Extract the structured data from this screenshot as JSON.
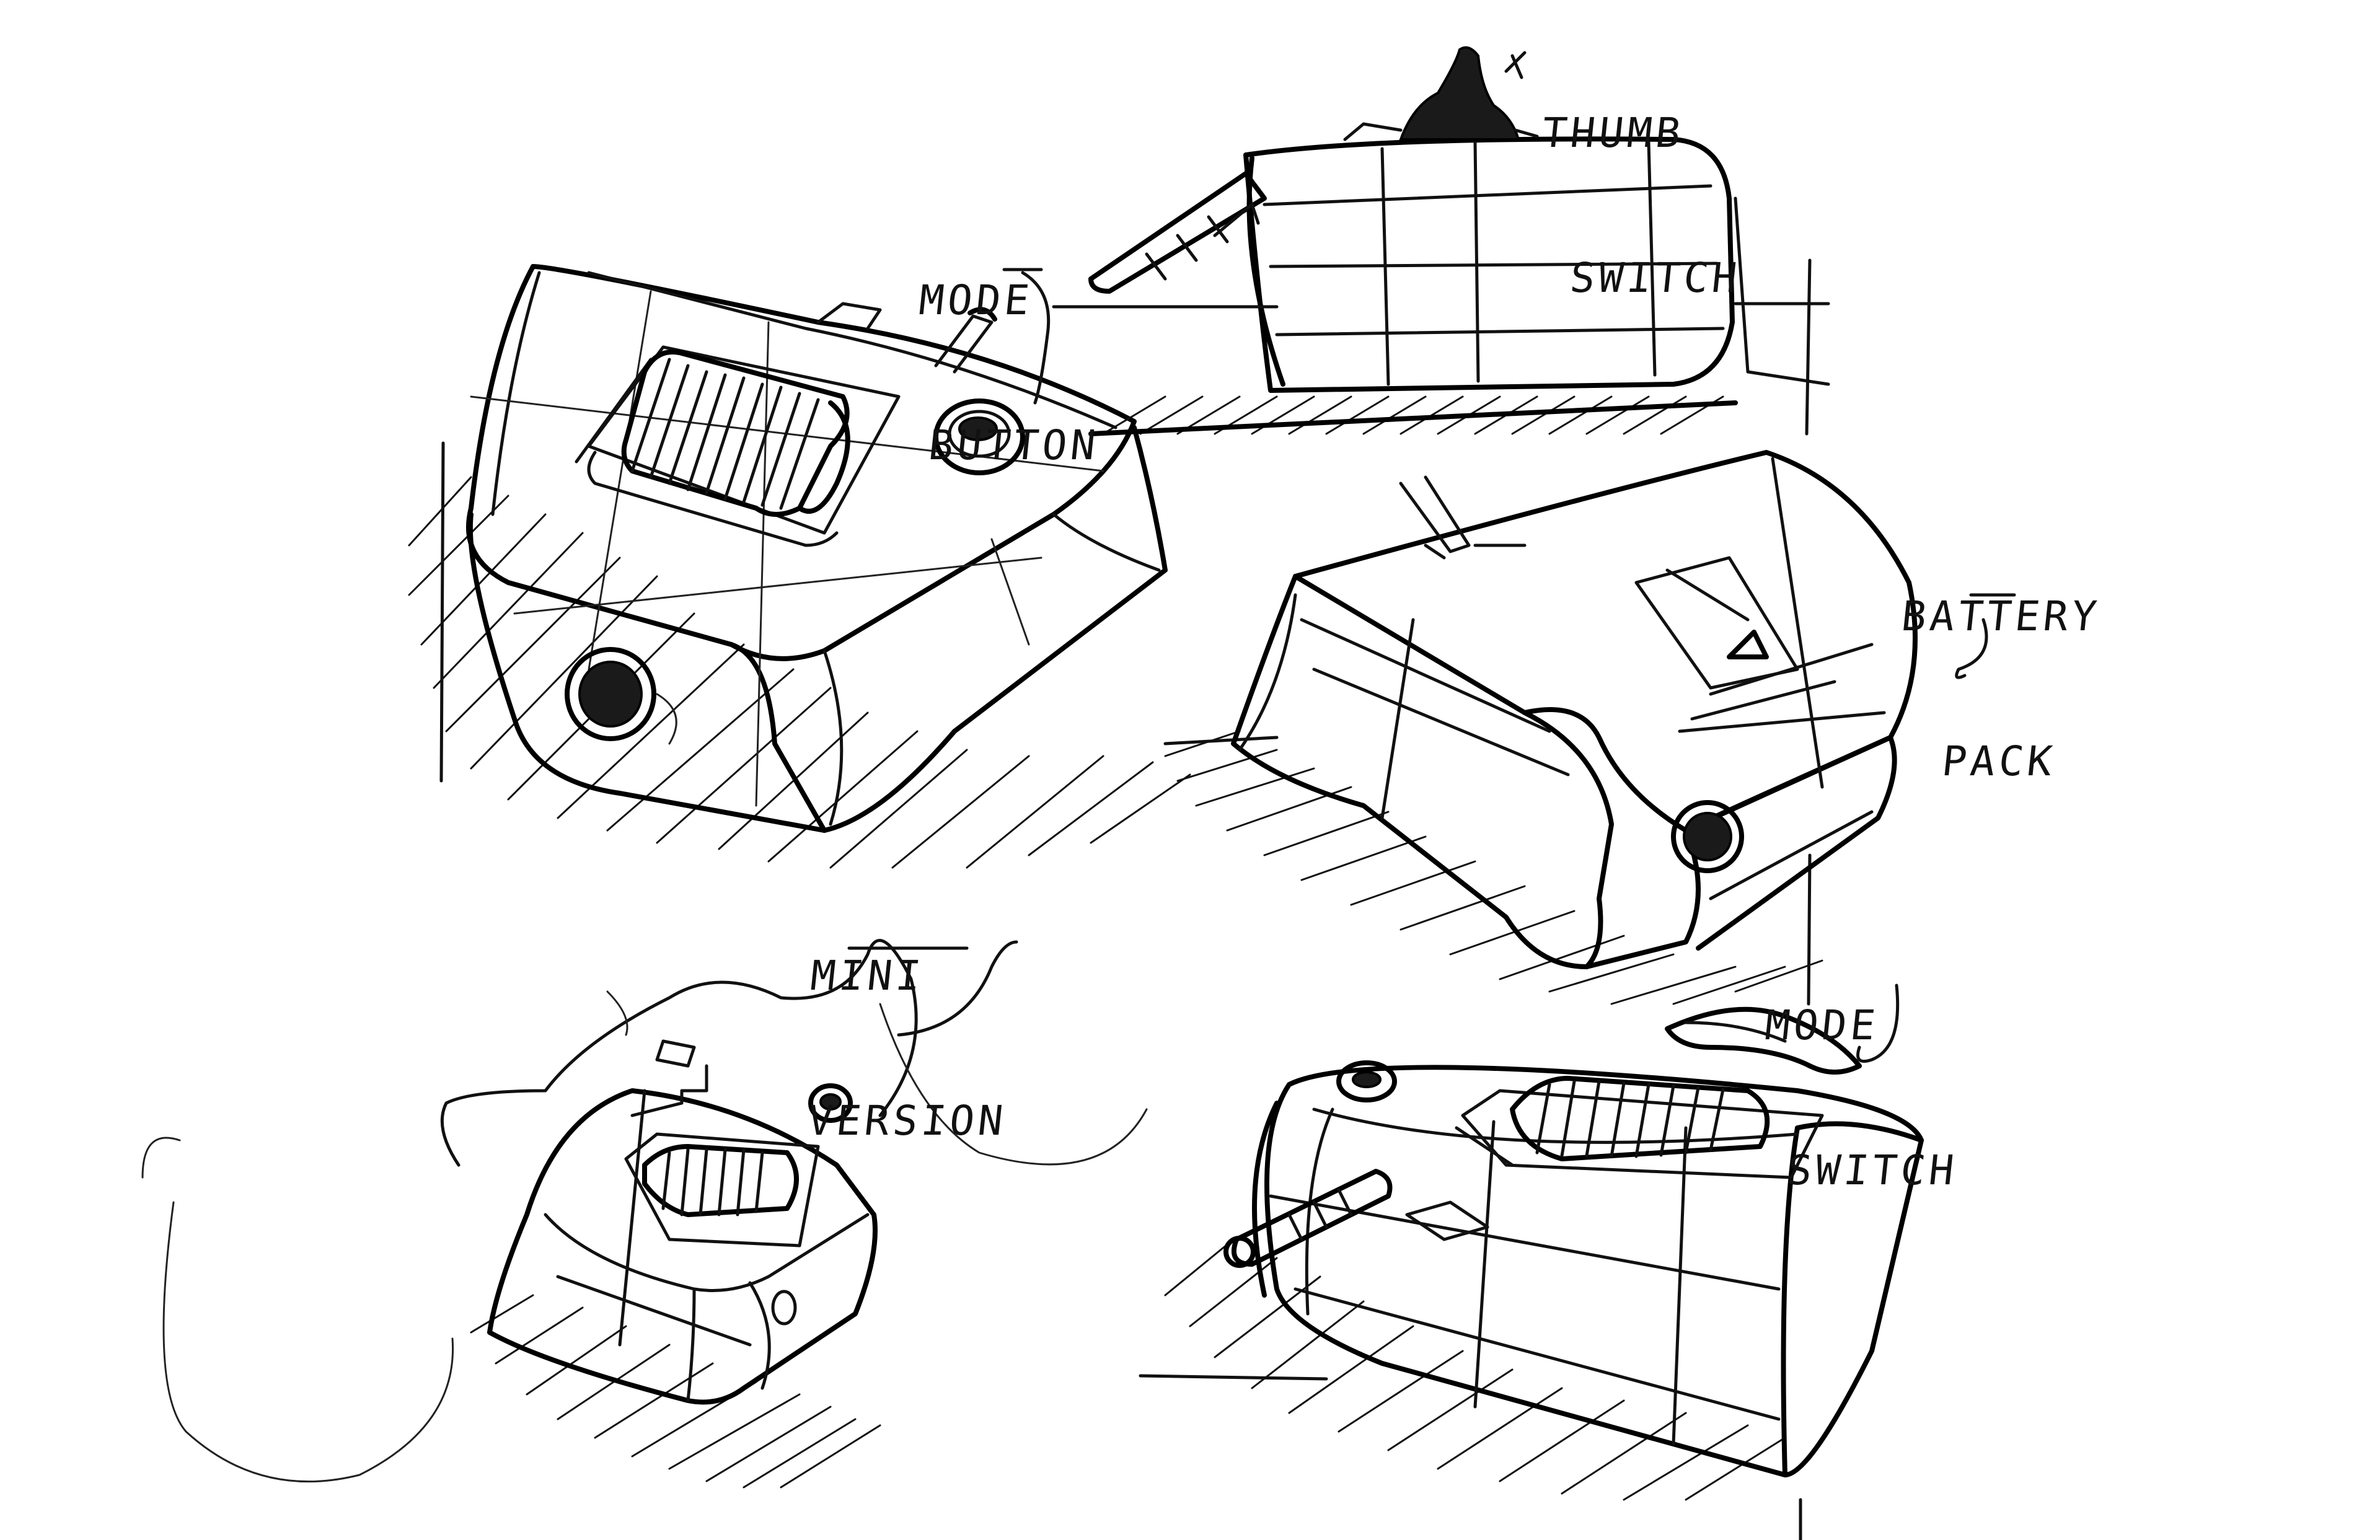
{
  "labels": {
    "thumb_switch": [
      "THUMB",
      "SWITCH"
    ],
    "mode_button": [
      "MODE",
      "BUTTON"
    ],
    "battery_pack": [
      "BATTERY",
      "PACK"
    ],
    "mini_version": [
      "MINI",
      "VERSION"
    ],
    "mode_switch": [
      "MODE",
      "SWITCH"
    ]
  },
  "colors": {
    "ink": "#111111",
    "paper": "#ffffff"
  }
}
